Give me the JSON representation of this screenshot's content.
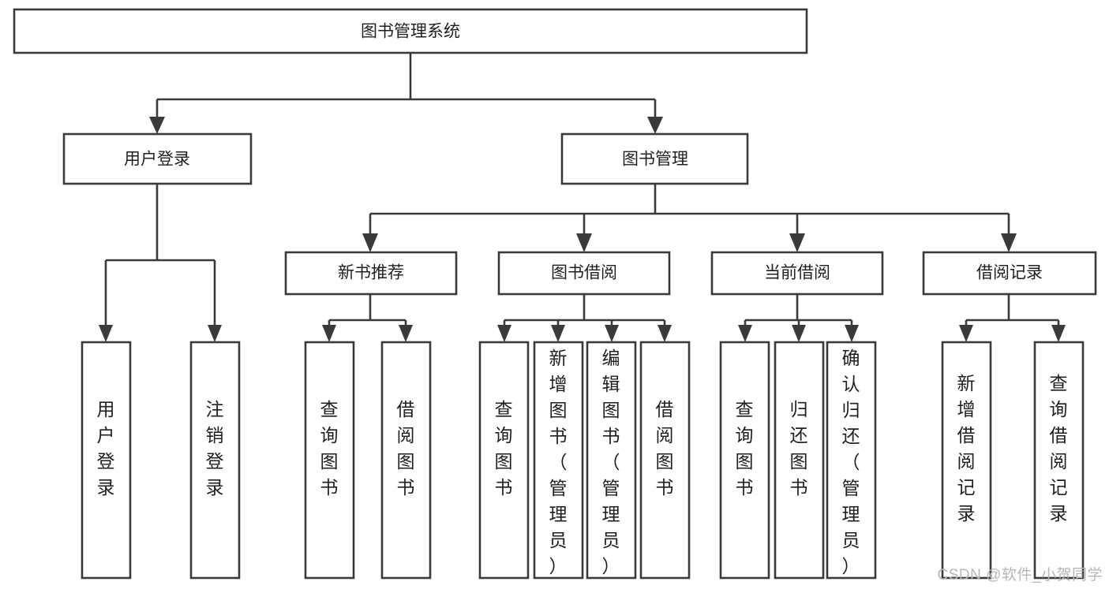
{
  "diagram": {
    "type": "tree-hierarchy-diagram",
    "title": "图书管理系统",
    "colors": {
      "box_stroke": "#3a3a3a",
      "box_fill": "#ffffff",
      "connector": "#3a3a3a",
      "text": "#1f1f1f",
      "background": "#ffffff",
      "watermark": "#b7b7b7"
    },
    "levels": {
      "level0": [
        {
          "id": "root",
          "label": "图书管理系统",
          "orientation": "horizontal"
        }
      ],
      "level1": [
        {
          "id": "user-login",
          "label": "用户登录",
          "orientation": "horizontal",
          "parent": "root"
        },
        {
          "id": "book-management",
          "label": "图书管理",
          "orientation": "horizontal",
          "parent": "root"
        }
      ],
      "level2": [
        {
          "id": "new-book-recommend",
          "label": "新书推荐",
          "orientation": "horizontal",
          "parent": "book-management"
        },
        {
          "id": "book-borrow",
          "label": "图书借阅",
          "orientation": "horizontal",
          "parent": "book-management"
        },
        {
          "id": "current-borrow",
          "label": "当前借阅",
          "orientation": "horizontal",
          "parent": "book-management"
        },
        {
          "id": "borrow-record",
          "label": "借阅记录",
          "orientation": "horizontal",
          "parent": "book-management"
        }
      ],
      "level3": [
        {
          "id": "leaf-user-login",
          "label": "用户登录",
          "orientation": "vertical",
          "parent": "user-login"
        },
        {
          "id": "leaf-logout-login",
          "label": "注销登录",
          "orientation": "vertical",
          "parent": "user-login"
        },
        {
          "id": "leaf-query-book-1",
          "label": "查询图书",
          "orientation": "vertical",
          "parent": "new-book-recommend"
        },
        {
          "id": "leaf-borrow-book-1",
          "label": "借阅图书",
          "orientation": "vertical",
          "parent": "new-book-recommend"
        },
        {
          "id": "leaf-query-book-2",
          "label": "查询图书",
          "orientation": "vertical",
          "parent": "book-borrow"
        },
        {
          "id": "leaf-add-book",
          "label": "新增图书（管理员）",
          "orientation": "vertical",
          "parent": "book-borrow"
        },
        {
          "id": "leaf-edit-book",
          "label": "编辑图书（管理员）",
          "orientation": "vertical",
          "parent": "book-borrow"
        },
        {
          "id": "leaf-borrow-book-2",
          "label": "借阅图书",
          "orientation": "vertical",
          "parent": "book-borrow"
        },
        {
          "id": "leaf-query-book-3",
          "label": "查询图书",
          "orientation": "vertical",
          "parent": "current-borrow"
        },
        {
          "id": "leaf-return-book",
          "label": "归还图书",
          "orientation": "vertical",
          "parent": "current-borrow"
        },
        {
          "id": "leaf-confirm-return",
          "label": "确认归还（管理员）",
          "orientation": "vertical",
          "parent": "current-borrow"
        },
        {
          "id": "leaf-add-record",
          "label": "新增借阅记录",
          "orientation": "vertical",
          "parent": "borrow-record"
        },
        {
          "id": "leaf-query-record",
          "label": "查询借阅记录",
          "orientation": "vertical",
          "parent": "borrow-record"
        }
      ]
    }
  },
  "watermark": {
    "text": "CSDN @软件_小贺同学"
  }
}
